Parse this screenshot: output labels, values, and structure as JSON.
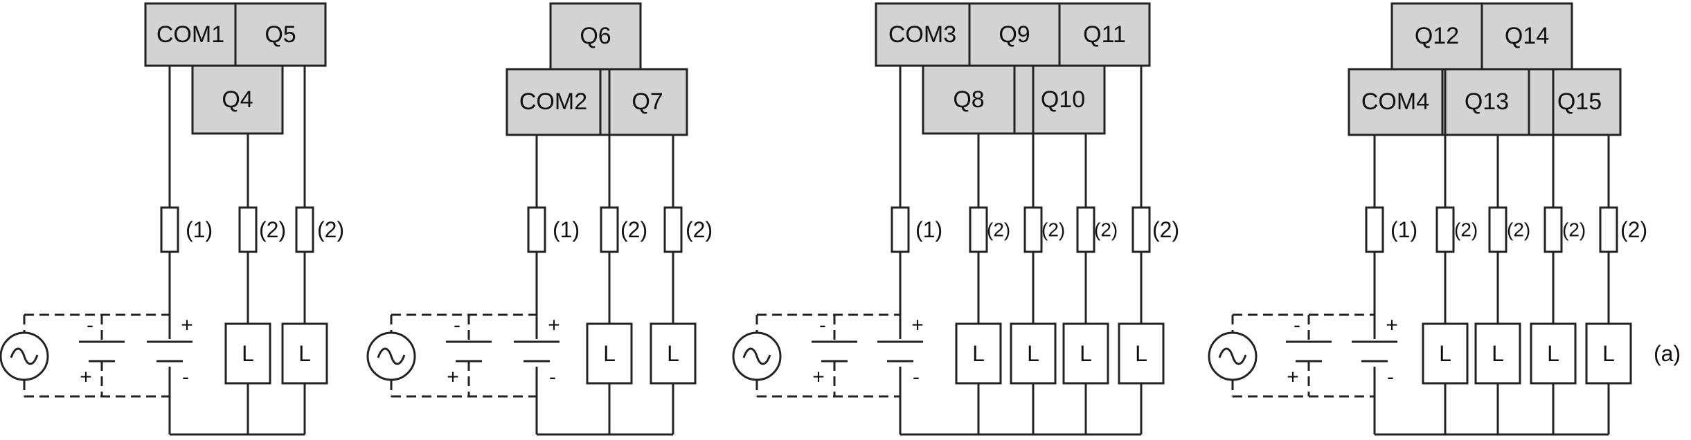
{
  "diagram": {
    "footnote": "(a)",
    "fuse_common_label": "(1)",
    "fuse_output_label": "(2)",
    "load_label": "L",
    "plus": "+",
    "minus": "-",
    "groups": [
      {
        "common": "COM1",
        "outputs": [
          "Q4",
          "Q5"
        ]
      },
      {
        "common": "COM2",
        "outputs": [
          "Q6",
          "Q7"
        ]
      },
      {
        "common": "COM3",
        "outputs": [
          "Q8",
          "Q9",
          "Q10",
          "Q11"
        ]
      },
      {
        "common": "COM4",
        "outputs": [
          "Q12",
          "Q13",
          "Q14",
          "Q15"
        ]
      }
    ]
  }
}
